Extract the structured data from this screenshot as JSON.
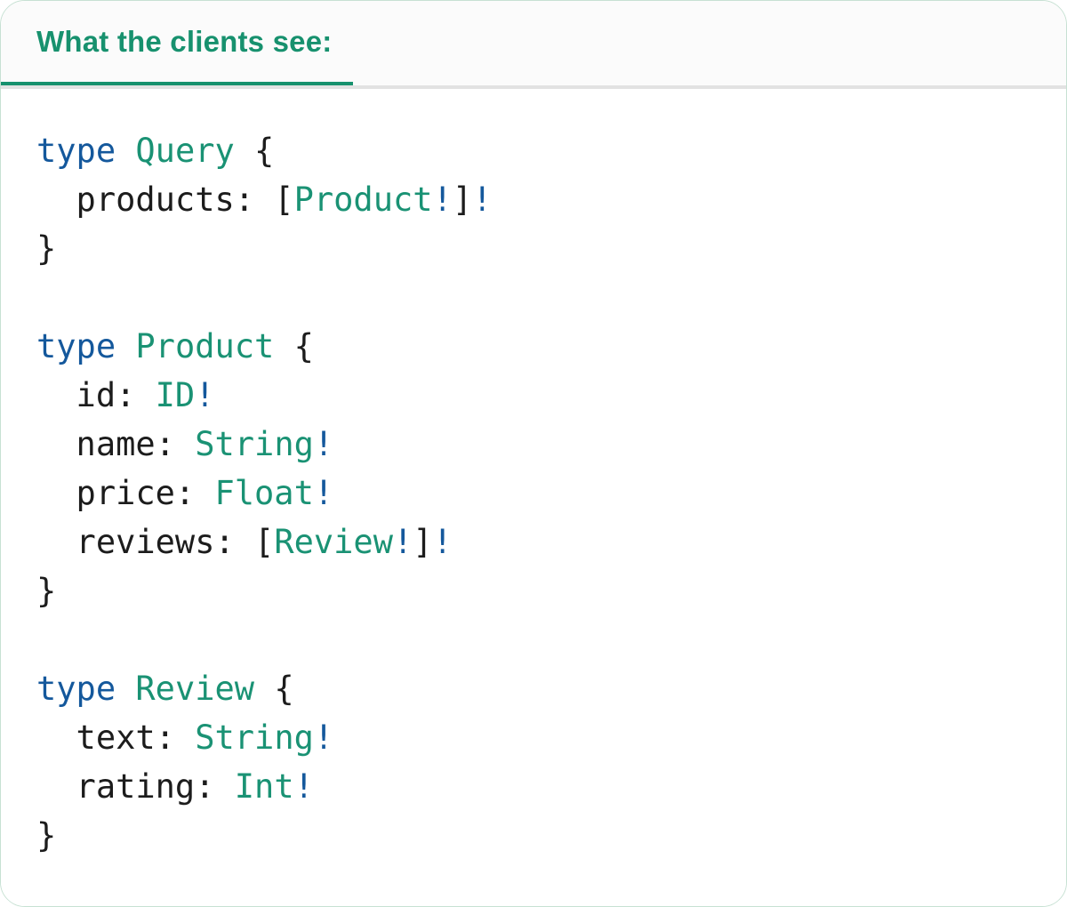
{
  "panel": {
    "tab_label": "What the clients see:"
  },
  "colors": {
    "accent_green": "#17916e",
    "type_green": "#1a9274",
    "keyword_blue": "#14589c",
    "code_dark": "#1c1c1c",
    "border_green": "#c7e1d3",
    "underline_gray": "#e2e2e2",
    "header_bg": "#fbfbfb",
    "content_bg": "#ffffff"
  },
  "code": {
    "lines": [
      [
        {
          "c": "k",
          "t": "type"
        },
        {
          "c": "p",
          "t": " "
        },
        {
          "c": "t",
          "t": "Query"
        },
        {
          "c": "p",
          "t": " {"
        }
      ],
      [
        {
          "c": "p",
          "t": "  products: ["
        },
        {
          "c": "t",
          "t": "Product"
        },
        {
          "c": "k",
          "t": "!"
        },
        {
          "c": "p",
          "t": "]"
        },
        {
          "c": "k",
          "t": "!"
        }
      ],
      [
        {
          "c": "p",
          "t": "}"
        }
      ],
      [],
      [
        {
          "c": "k",
          "t": "type"
        },
        {
          "c": "p",
          "t": " "
        },
        {
          "c": "t",
          "t": "Product"
        },
        {
          "c": "p",
          "t": " {"
        }
      ],
      [
        {
          "c": "p",
          "t": "  id: "
        },
        {
          "c": "t",
          "t": "ID"
        },
        {
          "c": "k",
          "t": "!"
        }
      ],
      [
        {
          "c": "p",
          "t": "  name: "
        },
        {
          "c": "t",
          "t": "String"
        },
        {
          "c": "k",
          "t": "!"
        }
      ],
      [
        {
          "c": "p",
          "t": "  price: "
        },
        {
          "c": "t",
          "t": "Float"
        },
        {
          "c": "k",
          "t": "!"
        }
      ],
      [
        {
          "c": "p",
          "t": "  reviews: ["
        },
        {
          "c": "t",
          "t": "Review"
        },
        {
          "c": "k",
          "t": "!"
        },
        {
          "c": "p",
          "t": "]"
        },
        {
          "c": "k",
          "t": "!"
        }
      ],
      [
        {
          "c": "p",
          "t": "}"
        }
      ],
      [],
      [
        {
          "c": "k",
          "t": "type"
        },
        {
          "c": "p",
          "t": " "
        },
        {
          "c": "t",
          "t": "Review"
        },
        {
          "c": "p",
          "t": " {"
        }
      ],
      [
        {
          "c": "p",
          "t": "  text: "
        },
        {
          "c": "t",
          "t": "String"
        },
        {
          "c": "k",
          "t": "!"
        }
      ],
      [
        {
          "c": "p",
          "t": "  rating: "
        },
        {
          "c": "t",
          "t": "Int"
        },
        {
          "c": "k",
          "t": "!"
        }
      ],
      [
        {
          "c": "p",
          "t": "}"
        }
      ]
    ]
  }
}
